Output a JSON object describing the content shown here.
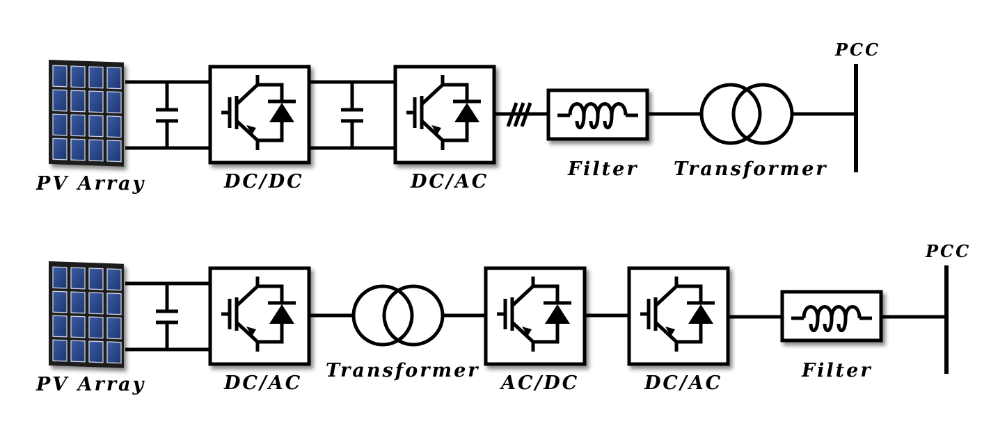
{
  "diagram": {
    "top_row": {
      "pv_label": "PV Array",
      "conv1_label": "DC/DC",
      "conv2_label": "DC/AC",
      "filter_label": "Filter",
      "transformer_label": "Transformer",
      "pcc_label": "PCC"
    },
    "bottom_row": {
      "pv_label": "PV Array",
      "conv1_label": "DC/AC",
      "transformer_label": "Transformer",
      "conv2_label": "AC/DC",
      "conv3_label": "DC/AC",
      "filter_label": "Filter",
      "pcc_label": "PCC"
    },
    "colors": {
      "line": "#000000",
      "pv_cell": "#2d4a8a",
      "pv_frame": "#1a1a1a"
    }
  }
}
